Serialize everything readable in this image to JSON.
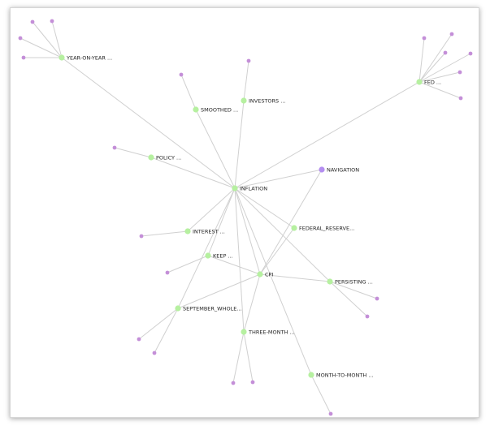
{
  "graph": {
    "colors": {
      "concept": "#b6f0a0",
      "nav": "#b48ef0",
      "leaf": "#c48fd8",
      "edge": "#d0d0d0"
    },
    "nodes": [
      {
        "id": "year",
        "label": "YEAR-ON-YEAR ...",
        "type": "concept"
      },
      {
        "id": "fed",
        "label": "FED ...",
        "type": "concept"
      },
      {
        "id": "investors",
        "label": "INVESTORS ...",
        "type": "concept"
      },
      {
        "id": "smoothed",
        "label": "SMOOTHED ...",
        "type": "concept"
      },
      {
        "id": "policy",
        "label": "POLICY ...",
        "type": "concept"
      },
      {
        "id": "navigation",
        "label": "NAVIGATION",
        "type": "nav"
      },
      {
        "id": "inflation",
        "label": "INFLATION",
        "type": "concept"
      },
      {
        "id": "federal",
        "label": "FEDERAL_RESERVE...",
        "type": "concept"
      },
      {
        "id": "interest",
        "label": "INTEREST ...",
        "type": "concept"
      },
      {
        "id": "keep",
        "label": "KEEP ...",
        "type": "concept"
      },
      {
        "id": "cpi",
        "label": "CPI",
        "type": "concept"
      },
      {
        "id": "persisting",
        "label": "PERSISTING ...",
        "type": "concept"
      },
      {
        "id": "september",
        "label": "SEPTEMBER_WHOLE...",
        "type": "concept"
      },
      {
        "id": "threemonth",
        "label": "THREE-MONTH ...",
        "type": "concept"
      },
      {
        "id": "monthtomonth",
        "label": "MONTH-TO-MONTH ...",
        "type": "concept"
      },
      {
        "id": "l1",
        "label": "",
        "type": "leaf"
      },
      {
        "id": "l2",
        "label": "",
        "type": "leaf"
      },
      {
        "id": "l3",
        "label": "",
        "type": "leaf"
      },
      {
        "id": "l4",
        "label": "",
        "type": "leaf"
      },
      {
        "id": "l5",
        "label": "",
        "type": "leaf"
      },
      {
        "id": "l6",
        "label": "",
        "type": "leaf"
      },
      {
        "id": "l7",
        "label": "",
        "type": "leaf"
      },
      {
        "id": "l8",
        "label": "",
        "type": "leaf"
      },
      {
        "id": "l9",
        "label": "",
        "type": "leaf"
      },
      {
        "id": "l10",
        "label": "",
        "type": "leaf"
      },
      {
        "id": "l11",
        "label": "",
        "type": "leaf"
      },
      {
        "id": "l12",
        "label": "",
        "type": "leaf"
      },
      {
        "id": "l13",
        "label": "",
        "type": "leaf"
      },
      {
        "id": "l14",
        "label": "",
        "type": "leaf"
      },
      {
        "id": "l15",
        "label": "",
        "type": "leaf"
      },
      {
        "id": "l16",
        "label": "",
        "type": "leaf"
      },
      {
        "id": "l17",
        "label": "",
        "type": "leaf"
      },
      {
        "id": "l18",
        "label": "",
        "type": "leaf"
      },
      {
        "id": "l19",
        "label": "",
        "type": "leaf"
      },
      {
        "id": "l20",
        "label": "",
        "type": "leaf"
      },
      {
        "id": "l21",
        "label": "",
        "type": "leaf"
      },
      {
        "id": "l22",
        "label": "",
        "type": "leaf"
      },
      {
        "id": "l23",
        "label": "",
        "type": "leaf"
      },
      {
        "id": "l24",
        "label": "",
        "type": "leaf"
      },
      {
        "id": "l25",
        "label": "",
        "type": "leaf"
      }
    ],
    "edges": [
      [
        "inflation",
        "year"
      ],
      [
        "inflation",
        "fed"
      ],
      [
        "inflation",
        "investors"
      ],
      [
        "inflation",
        "smoothed"
      ],
      [
        "inflation",
        "policy"
      ],
      [
        "inflation",
        "navigation"
      ],
      [
        "inflation",
        "federal"
      ],
      [
        "inflation",
        "interest"
      ],
      [
        "inflation",
        "keep"
      ],
      [
        "inflation",
        "cpi"
      ],
      [
        "inflation",
        "persisting"
      ],
      [
        "inflation",
        "september"
      ],
      [
        "inflation",
        "threemonth"
      ],
      [
        "inflation",
        "monthtomonth"
      ],
      [
        "cpi",
        "keep"
      ],
      [
        "cpi",
        "persisting"
      ],
      [
        "cpi",
        "september"
      ],
      [
        "cpi",
        "threemonth"
      ],
      [
        "cpi",
        "navigation"
      ],
      [
        "cpi",
        "federal"
      ],
      [
        "year",
        "l1"
      ],
      [
        "year",
        "l2"
      ],
      [
        "year",
        "l3"
      ],
      [
        "year",
        "l4"
      ],
      [
        "fed",
        "l5"
      ],
      [
        "fed",
        "l6"
      ],
      [
        "fed",
        "l7"
      ],
      [
        "fed",
        "l8"
      ],
      [
        "fed",
        "l9"
      ],
      [
        "fed",
        "l10"
      ],
      [
        "investors",
        "l11"
      ],
      [
        "smoothed",
        "l12"
      ],
      [
        "policy",
        "l13"
      ],
      [
        "interest",
        "l14"
      ],
      [
        "keep",
        "l15"
      ],
      [
        "persisting",
        "l16"
      ],
      [
        "persisting",
        "l17"
      ],
      [
        "september",
        "l18"
      ],
      [
        "september",
        "l19"
      ],
      [
        "threemonth",
        "l20"
      ],
      [
        "threemonth",
        "l21"
      ],
      [
        "monthtomonth",
        "l22"
      ],
      [
        "federal",
        "l23"
      ],
      [
        "inflation",
        "l24"
      ],
      [
        "cpi",
        "l25"
      ]
    ]
  }
}
